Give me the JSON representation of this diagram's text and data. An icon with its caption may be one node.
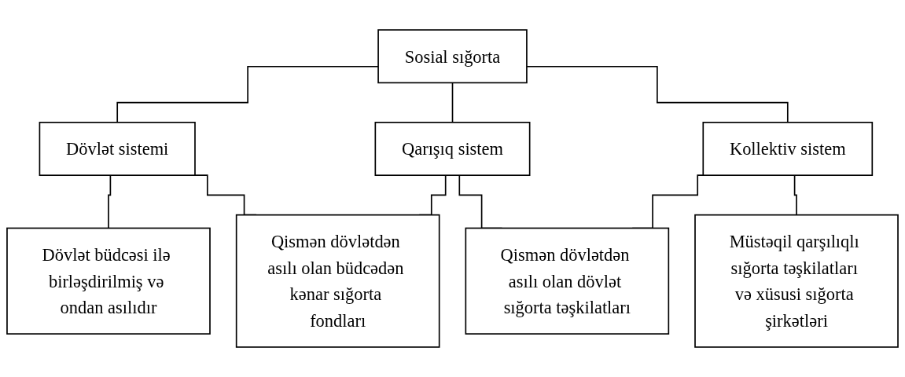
{
  "diagram": {
    "nodes": [
      {
        "text": [
          "Sosial sığorta"
        ]
      },
      {
        "text": [
          "Dövlət sistemi"
        ]
      },
      {
        "text": [
          "Qarışıq sistem"
        ]
      },
      {
        "text": [
          "Kollektiv sistem"
        ]
      },
      {
        "text": [
          "Dövlət büdcəsi ilə birləşdirilmiş və ondan asılıdır"
        ]
      },
      {
        "text": [
          "Qismən dövlətdən asılı olan büdcədən kənar sığorta fondları"
        ]
      },
      {
        "text": [
          "Qismən dövlətdən asılı olan dövlət sığorta təşkilatları"
        ]
      },
      {
        "text": [
          "Müstəqil qarşılıqlı sığorta təşkilatları və xüsusi sığorta şirkətləri"
        ]
      }
    ],
    "edges": [
      {
        "from": 0,
        "to": 1,
        "arrow": "none"
      },
      {
        "from": 0,
        "to": 2,
        "arrow": "none"
      },
      {
        "from": 0,
        "to": 3,
        "arrow": "none"
      },
      {
        "from": 1,
        "to": 4,
        "arrow": "none"
      },
      {
        "from": 1,
        "to": 5,
        "arrow": "none"
      },
      {
        "from": 2,
        "to": 5,
        "arrow": "none"
      },
      {
        "from": 2,
        "to": 6,
        "arrow": "none"
      },
      {
        "from": 3,
        "to": 6,
        "arrow": "none"
      },
      {
        "from": 3,
        "to": 7,
        "arrow": "none"
      }
    ]
  }
}
